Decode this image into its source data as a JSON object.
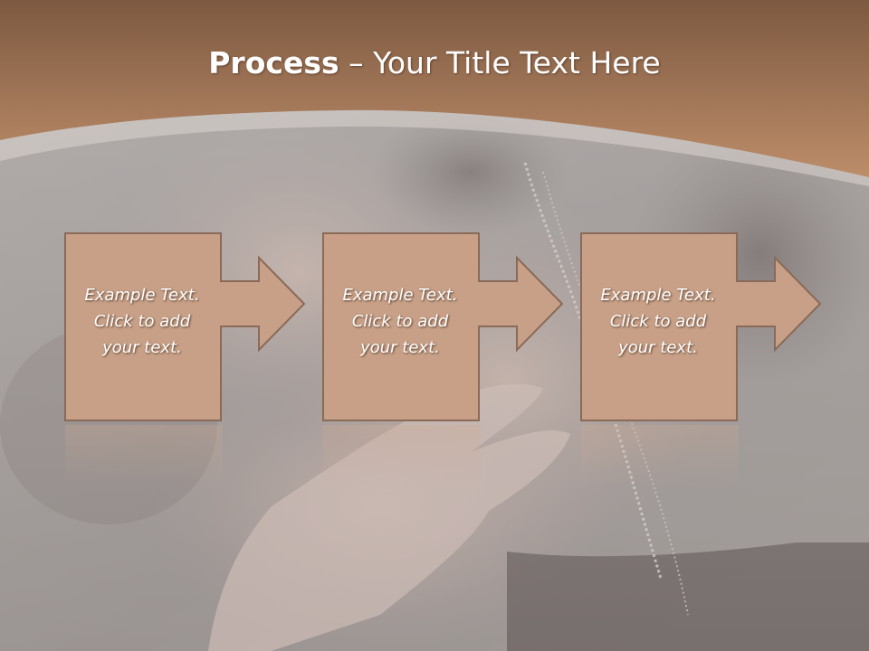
{
  "title": {
    "bold": "Process",
    "rest": " – Your Title Text Here"
  },
  "steps": [
    {
      "text": "Example Text.\nClick  to add\nyour text."
    },
    {
      "text": "Example Text.\nClick  to add\nyour text."
    },
    {
      "text": "Example Text.\nClick  to add\nyour text."
    }
  ],
  "colors": {
    "header_top": "#7f5a42",
    "header_bottom": "#bb8c68",
    "box_fill": "#c7a087",
    "box_border": "#8a6a58",
    "text": "#ffffff"
  }
}
